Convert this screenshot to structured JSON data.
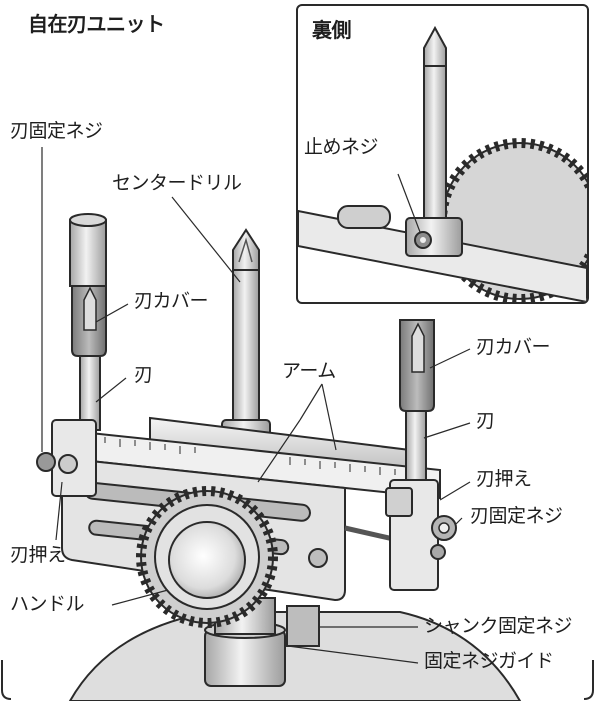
{
  "title": "自在刃ユニット",
  "inset": {
    "title": "裏側",
    "set_screw_label": "止めネジ"
  },
  "labels": {
    "blade_fixing_screw_left": "刃固定ネジ",
    "center_drill": "センタードリル",
    "blade_cover_left": "刃カバー",
    "blade_left": "刃",
    "arm": "アーム",
    "blade_cover_right": "刃カバー",
    "blade_right": "刃",
    "blade_holder_right": "刃押え",
    "blade_fixing_screw_right": "刃固定ネジ",
    "blade_holder_left": "刃押え",
    "handle": "ハンドル",
    "shank_fixing_screw": "シャンク固定ネジ",
    "fixing_screw_guide": "固定ネジガイド"
  },
  "colors": {
    "line": "#2a2a2a",
    "metal_light": "#e6e6e6",
    "metal_mid": "#c4c4c4",
    "metal_dark": "#8c8c8c",
    "cover": "#9a9a9a"
  }
}
